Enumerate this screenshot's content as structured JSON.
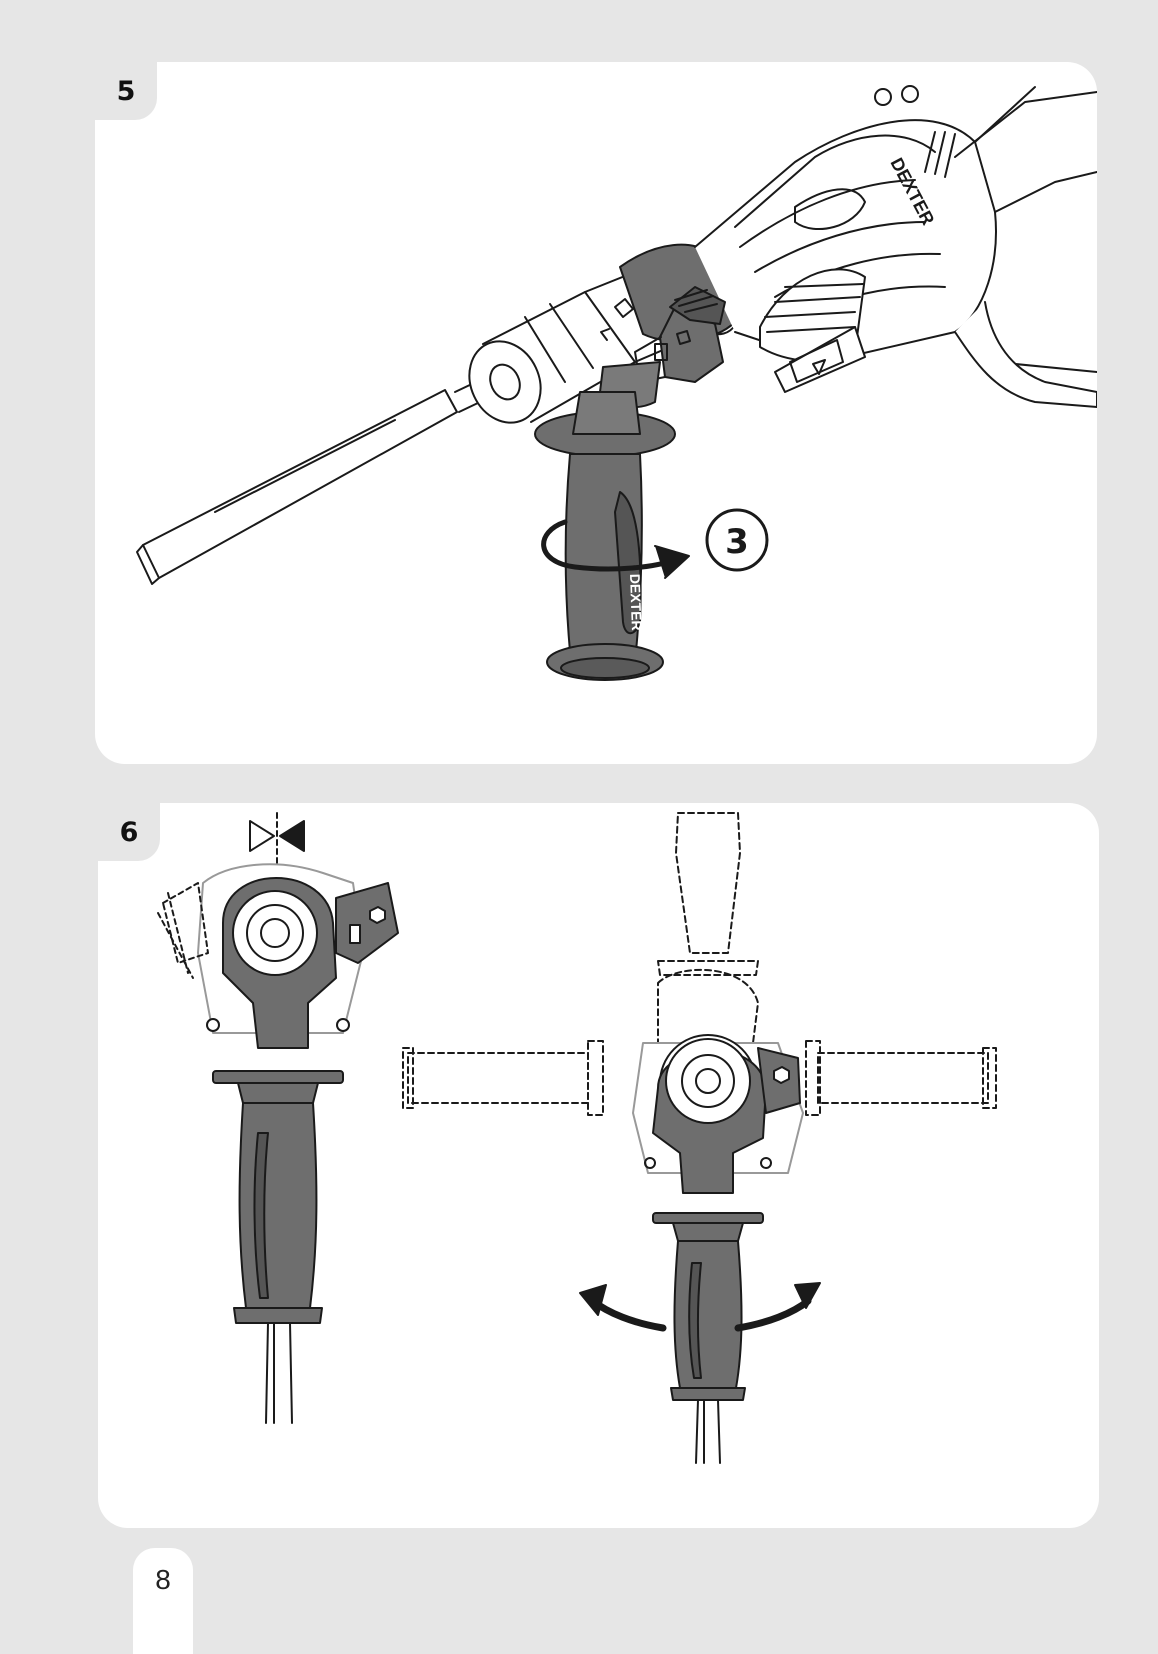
{
  "page": {
    "number": "8"
  },
  "step5": {
    "label": "5",
    "callout": "3",
    "brand_handle": "DEXTER",
    "brand_body": "DEXTER"
  },
  "step6": {
    "label": "6"
  },
  "colors": {
    "background": "#e6e6e6",
    "panel": "#ffffff",
    "handle": "#6e6e6e",
    "line": "#1a1a1a"
  }
}
